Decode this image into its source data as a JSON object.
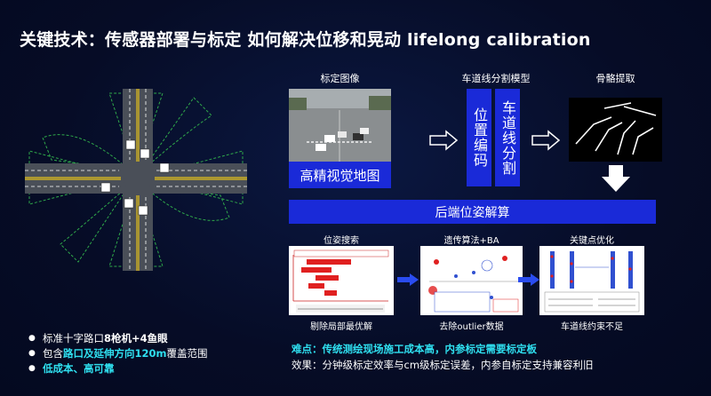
{
  "title": "关键技术：传感器部署与标定 如何解决位移和晃动 lifelong calibration",
  "pipeline": {
    "calib_image_label": "标定图像",
    "lane_model_label": "车道线分割模型",
    "skeleton_label": "骨骼提取",
    "hd_map_label": "高精视觉地图",
    "position_encoding": "位置编码",
    "lane_segmentation": "车道线分割",
    "backend_solver": "后端位姿解算"
  },
  "sub_steps": [
    {
      "title": "位姿搜索",
      "caption": "剔除局部最优解"
    },
    {
      "title": "遗传算法+BA",
      "caption": "去除outlier数据"
    },
    {
      "title": "关键点优化",
      "caption": "车道线约束不足"
    }
  ],
  "bullets": {
    "b1_prefix": "标准十字路口",
    "b1_bold": "8枪机+4鱼眼",
    "b2_prefix": "包含",
    "b2_accent": "路口及延伸方向120m",
    "b2_suffix": "覆盖范围",
    "b3": "低成本、高可靠"
  },
  "difficulty": "难点：传统测绘现场施工成本高，内参标定需要标定板",
  "effect": "效果：分钟级标定效率与cm级标定误差，内参自标定支持兼容利旧",
  "colors": {
    "accent": "#2fe0f0",
    "blue_box": "#1a2ad8",
    "arrow_blue": "#2a4cf0"
  }
}
